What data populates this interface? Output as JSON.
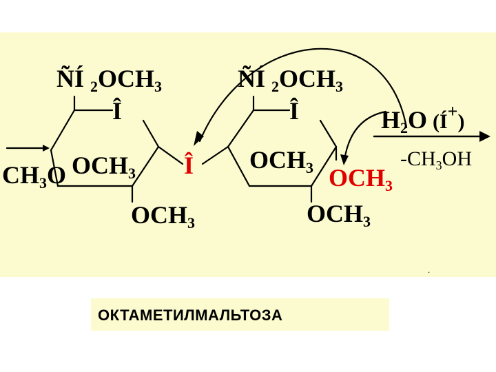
{
  "caption": "ОКТАМЕТИЛМАЛЬТОЗА",
  "left_ring": {
    "ch2och3_prefix": "ÑÍ",
    "ch2och3_sub": "2",
    "ch2och3_suffix": "OCH",
    "ch2och3_sub2": "3",
    "ring_o": "Î",
    "c3_main": "OCH",
    "c3_sub": "3",
    "c2_main": "OCH",
    "c2_sub": "3",
    "c1_main": "CH",
    "c1_sub": "3",
    "c1_suffix": "O"
  },
  "bridge_o": "Î",
  "right_ring": {
    "ch2och3_prefix": "ÑÍ",
    "ch2och3_sub": "2",
    "ch2och3_suffix": "OCH",
    "ch2och3_sub2": "3",
    "ring_o": "Î",
    "c3_main": "OCH",
    "c3_sub": "3",
    "c1_red_main": "OCH",
    "c1_red_sub": "3",
    "c2_main": "OCH",
    "c2_sub": "3"
  },
  "reagent": {
    "h2o_main": "H",
    "h2o_sub": "2",
    "h2o_suffix": "O",
    "catalyst": "(Í",
    "catalyst_charge": "+",
    "catalyst_close": ")",
    "byproduct_main": "-CH",
    "byproduct_sub": "3",
    "byproduct_suffix": "OH"
  },
  "colors": {
    "panel": "#fbfbcf",
    "highlight": "#e00000",
    "ink": "#000000"
  }
}
